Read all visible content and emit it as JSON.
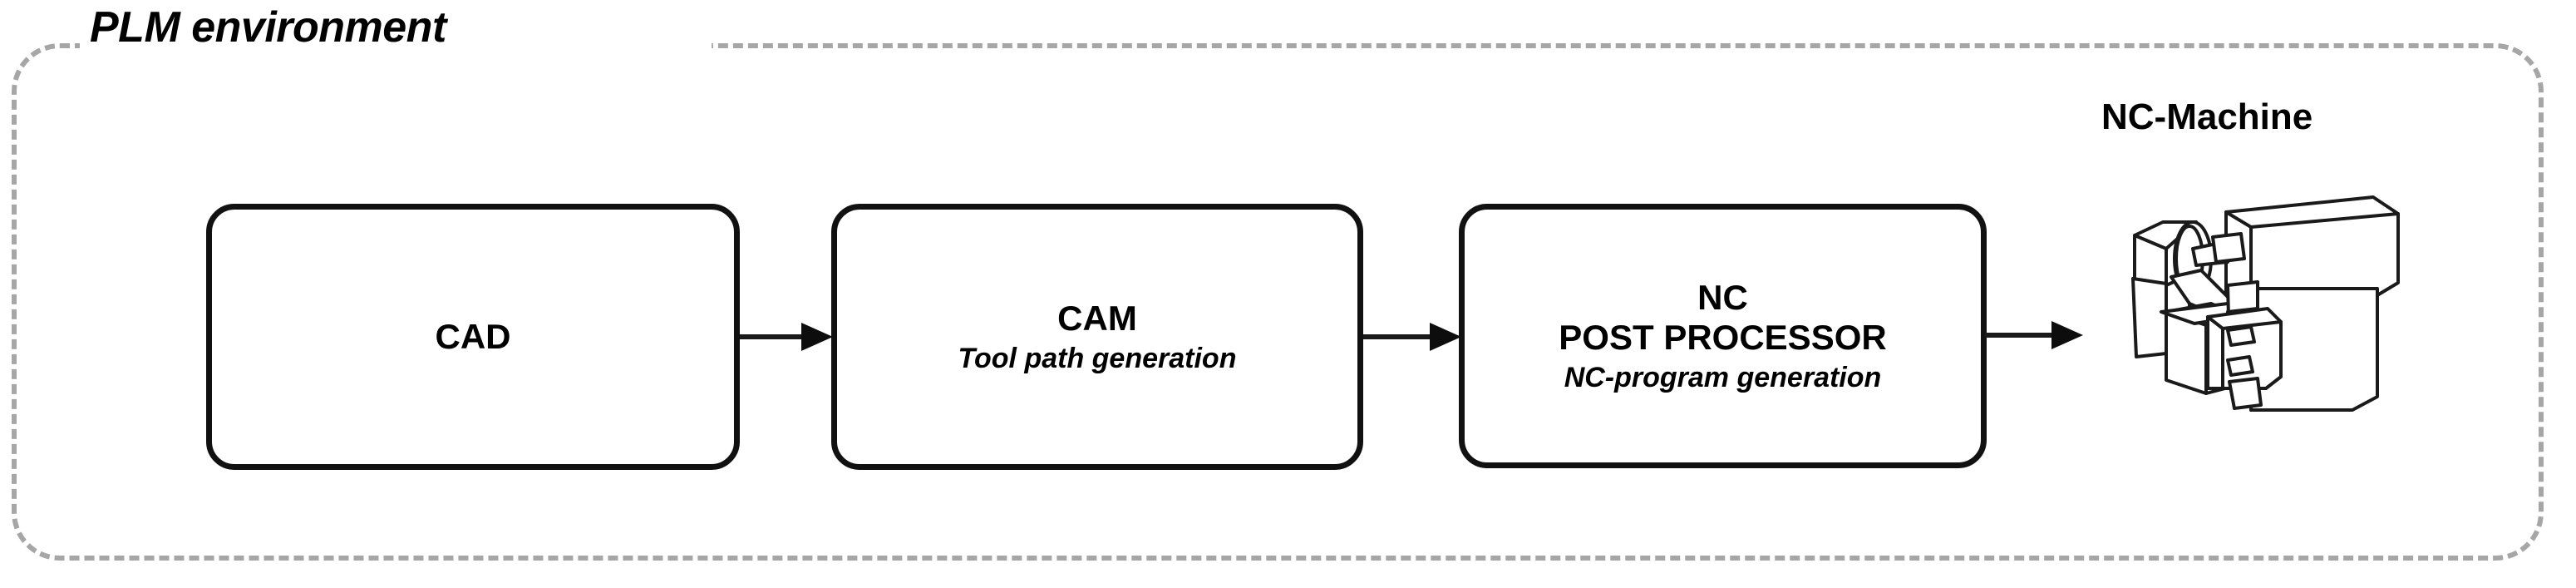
{
  "diagram": {
    "container": {
      "label": "PLM environment",
      "border_style": "dashed",
      "border_color": "#a6a6a6"
    },
    "nodes": [
      {
        "id": "cad",
        "title": "CAD",
        "subtitle": "",
        "border_color": "#111111",
        "fill": "#ffffff"
      },
      {
        "id": "cam",
        "title": "CAM",
        "subtitle": "Tool path generation",
        "border_color": "#111111",
        "fill": "#ffffff"
      },
      {
        "id": "nc-post-processor",
        "title": "NC\nPOST PROCESSOR",
        "subtitle": "NC-program generation",
        "border_color": "#111111",
        "fill": "#ffffff"
      }
    ],
    "edges": [
      {
        "id": "cad-to-cam",
        "from": "cad",
        "to": "cam",
        "style": "solid-arrow"
      },
      {
        "id": "cam-to-nc",
        "from": "cam",
        "to": "nc-post-processor",
        "style": "solid-arrow"
      },
      {
        "id": "nc-to-machine",
        "from": "nc-post-processor",
        "to": "nc-machine",
        "style": "solid-arrow"
      }
    ],
    "machine": {
      "label": "NC-Machine",
      "icon": "cnc-machine-icon",
      "line_color": "#1a1a1a"
    }
  }
}
